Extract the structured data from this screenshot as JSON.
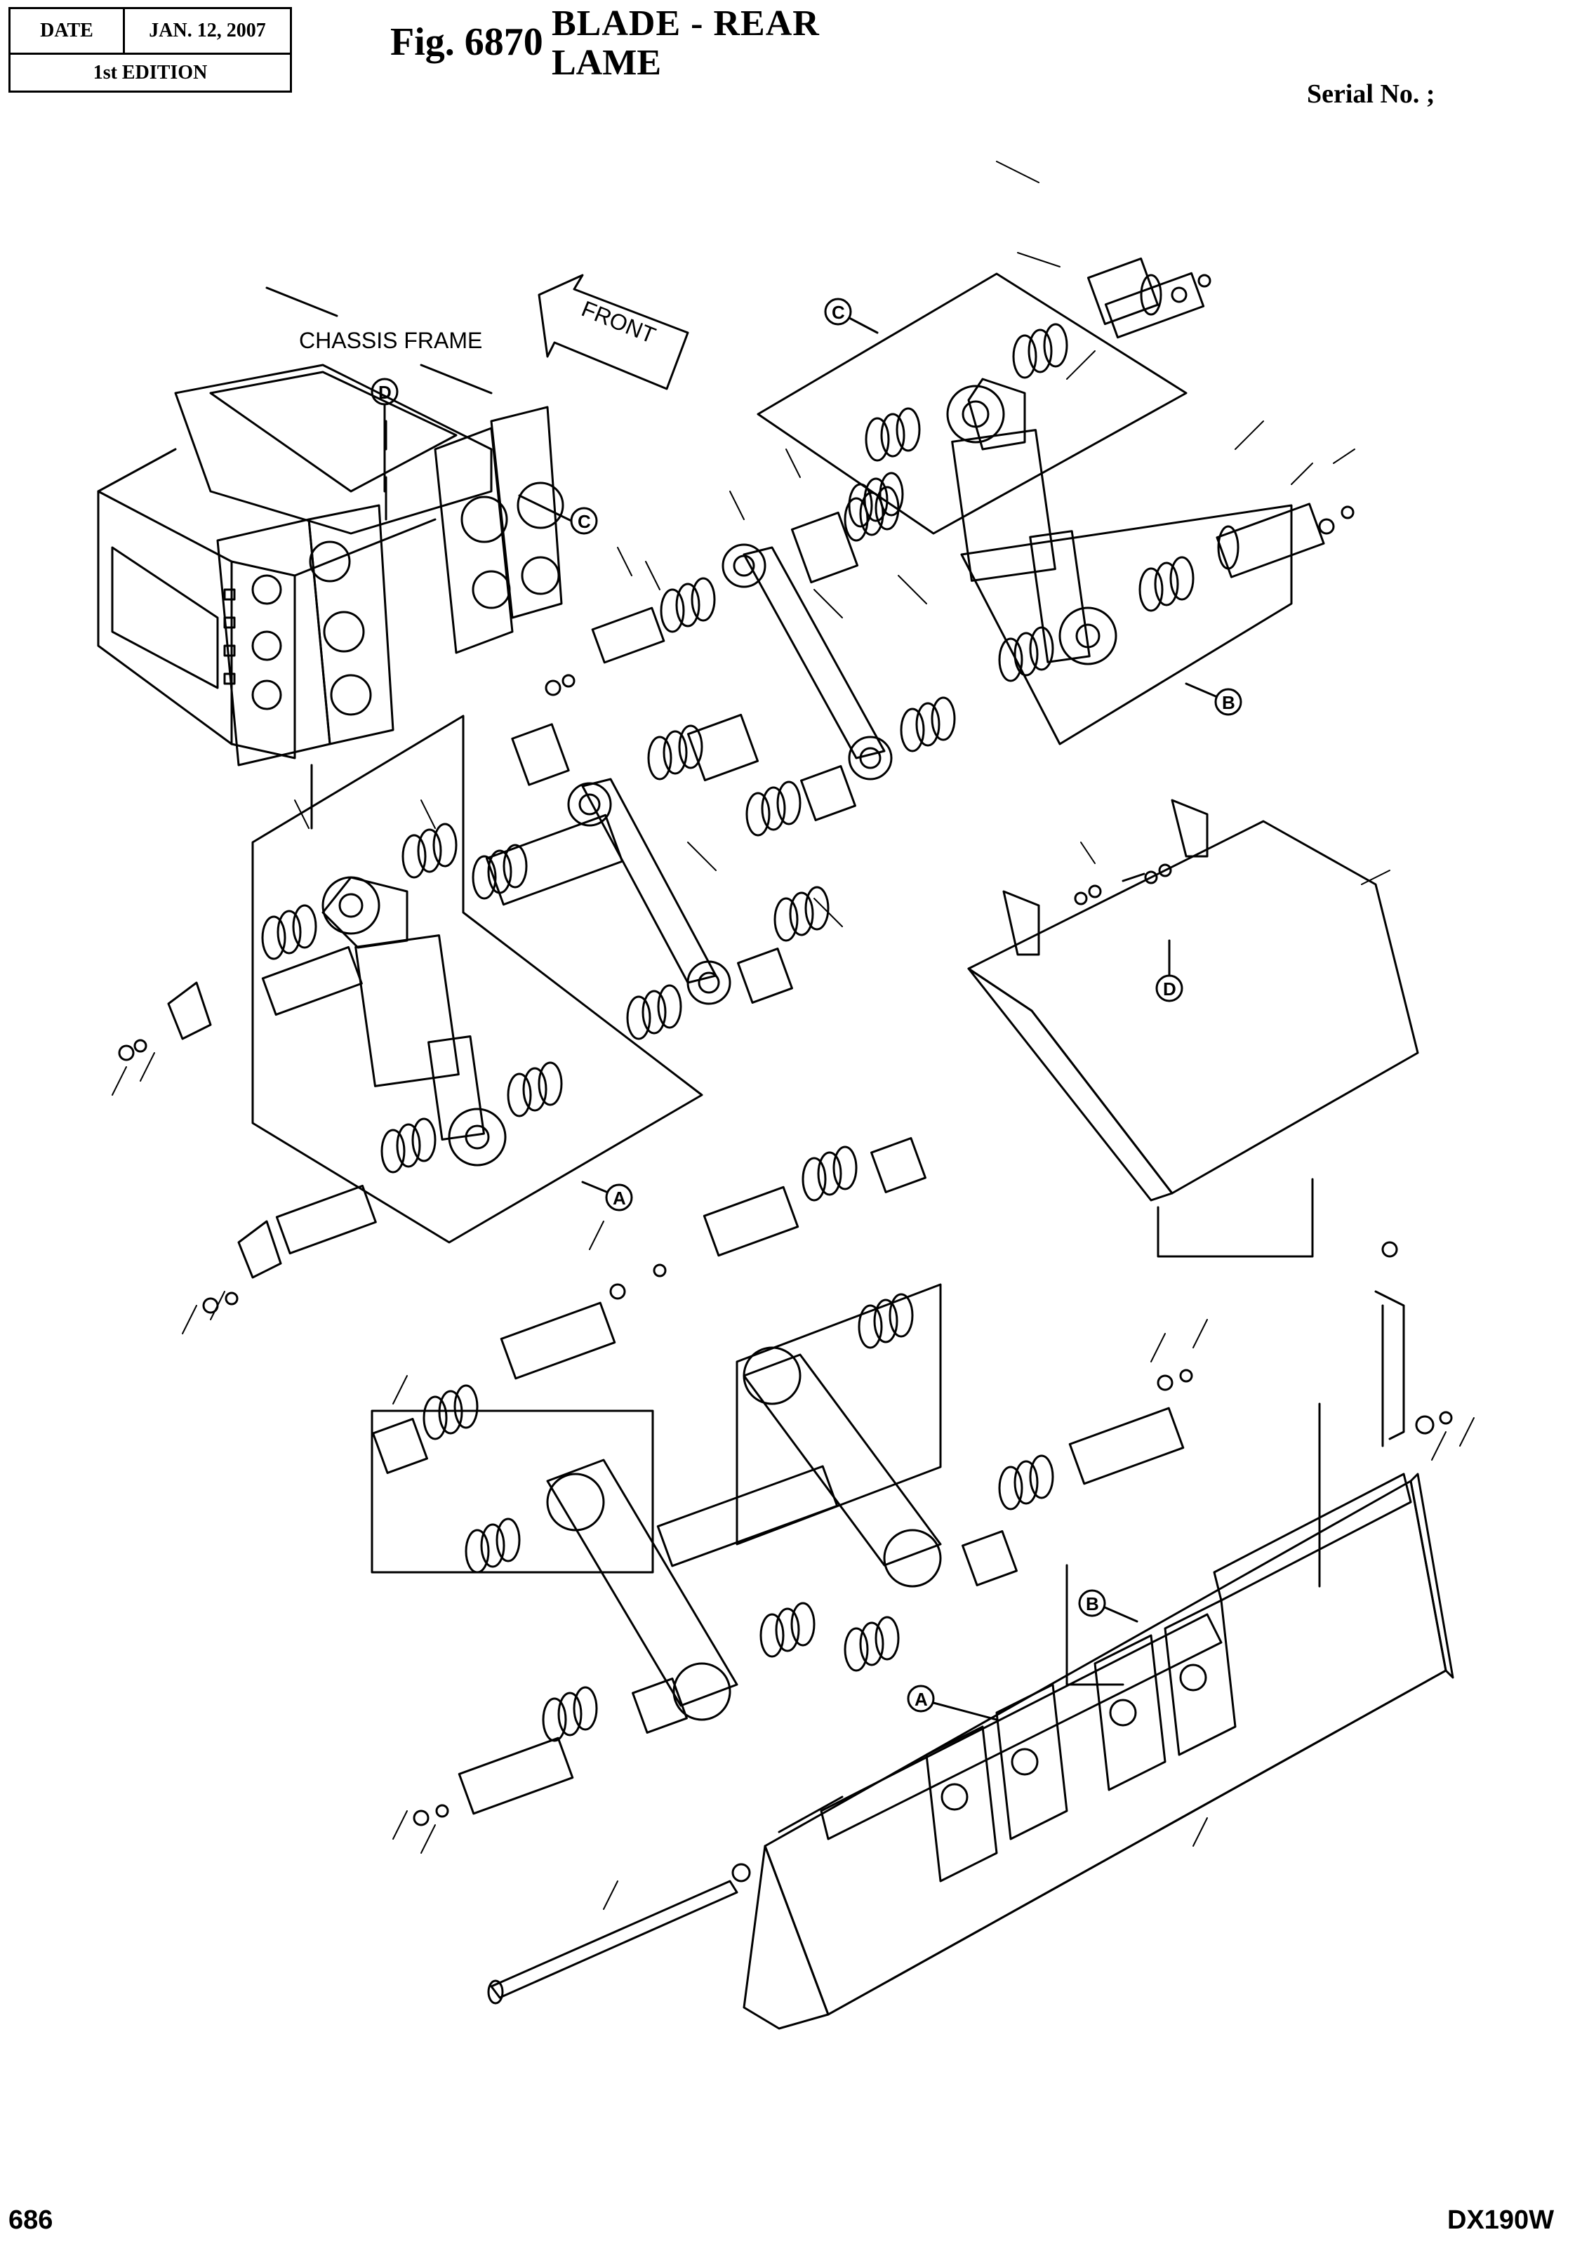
{
  "header": {
    "date_label": "DATE",
    "date_value": "JAN. 12, 2007",
    "edition": "1st EDITION",
    "fig_number": "Fig. 6870",
    "title_en": "BLADE  -  REAR",
    "title_fr": "LAME",
    "serial": "Serial No. ;"
  },
  "diagram": {
    "chassis_label": "CHASSIS FRAME",
    "front_label": "FRONT",
    "ref_a": "A",
    "ref_b": "B",
    "ref_c": "C",
    "ref_d": "D"
  },
  "footer": {
    "page": "686",
    "model": "DX190W"
  }
}
